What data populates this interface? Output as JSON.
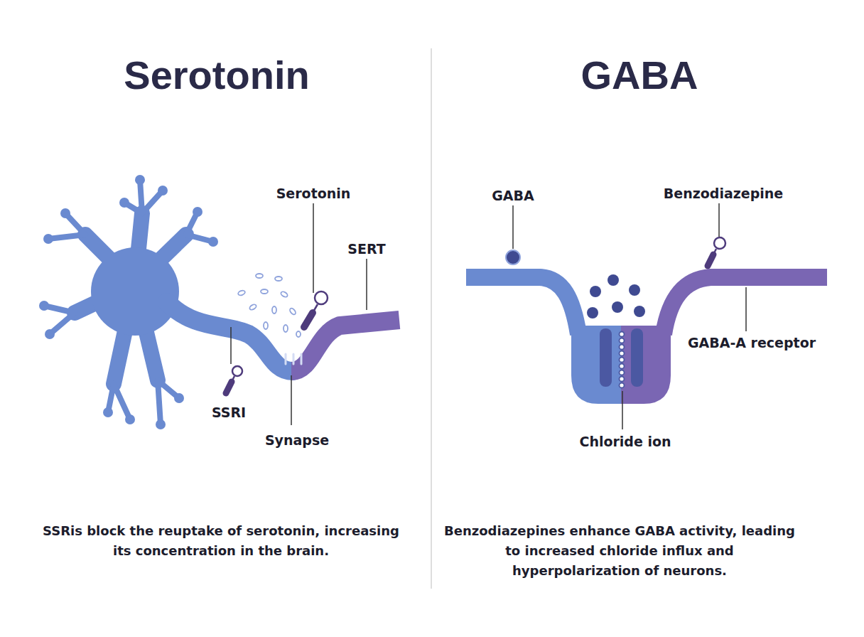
{
  "diagram": {
    "nodes": [
      {
        "text": [
          "Serotonin",
          "SSRis block the reuptake of serotonin, increasing its concentration in the brain."
        ]
      },
      {
        "text": [
          "GABA",
          "Benzodiazepines enhance GABA activity, leading to increased chloride influx and hyperpolarization of neurons."
        ]
      }
    ],
    "labels": [
      "Serotonin",
      "SERT",
      "SSRI",
      "Synapse",
      "GABA",
      "Benzodiazepine",
      "GABA-A receptor",
      "Chloride ion"
    ]
  }
}
